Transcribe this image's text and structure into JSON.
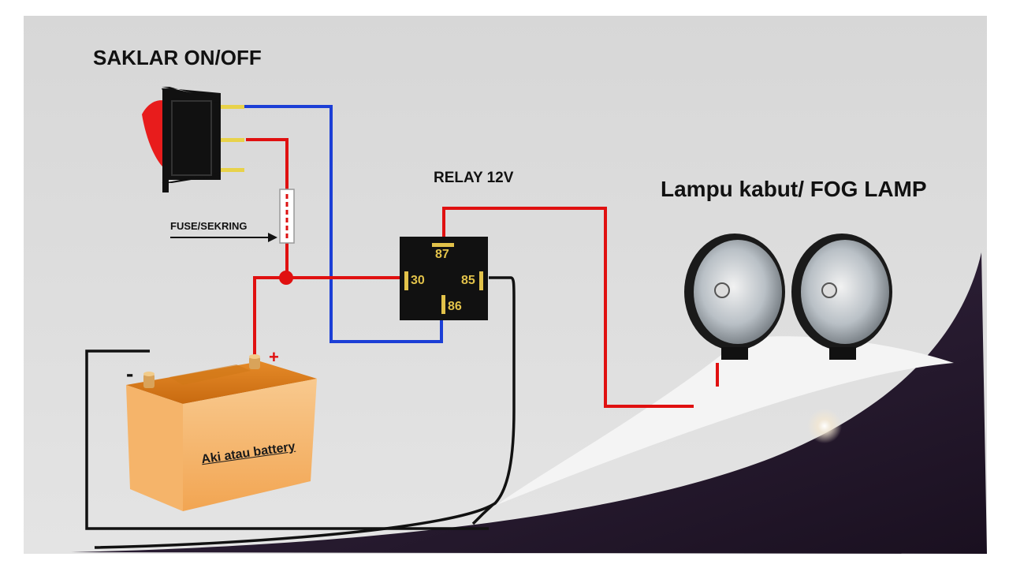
{
  "labels": {
    "switch_title": "SAKLAR ON/OFF",
    "relay_title": "RELAY 12V",
    "fog_title": "Lampu kabut/ FOG LAMP",
    "fuse_label": "FUSE/SEKRING",
    "battery_label": "Aki atau battery",
    "plus_sign": "+",
    "minus_sign": "-"
  },
  "relay_pins": {
    "p87": "87",
    "p30": "30",
    "p85": "85",
    "p86": "86"
  },
  "colors": {
    "background": "#dcdcdc",
    "wire_red": "#e01010",
    "wire_blue": "#1c3fd6",
    "wire_black": "#111111",
    "relay_body": "#111111",
    "pin_text": "#e2c24a",
    "battery": "#f3a64a",
    "page_curl": "#2a1e35"
  }
}
